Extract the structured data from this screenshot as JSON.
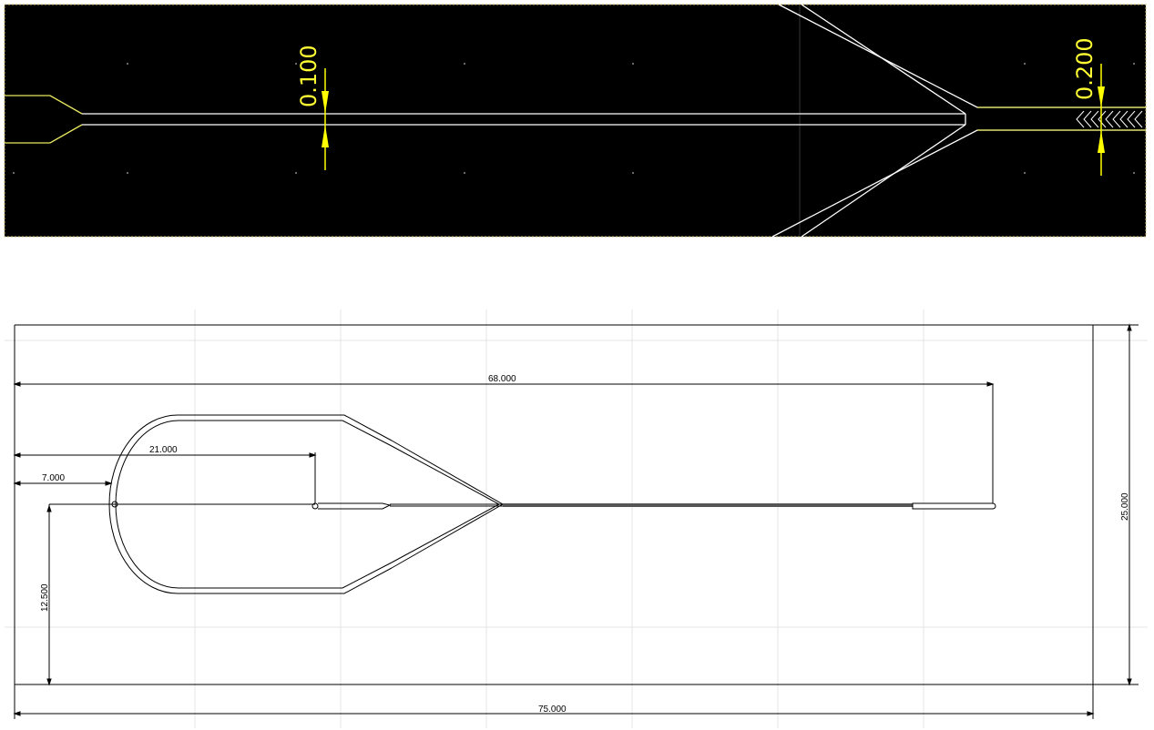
{
  "detail_view": {
    "dimensions": [
      "0.100",
      "0.200"
    ],
    "colors": {
      "background": "#000000",
      "outline": "#ffffff",
      "dimension": "#ffff00"
    }
  },
  "overview": {
    "dimensions": {
      "total_length": "75.000",
      "total_height": "25.000",
      "tip_length": "68.000",
      "loop_end": "21.000",
      "loop_start": "7.000",
      "center_offset": "12.500"
    }
  }
}
